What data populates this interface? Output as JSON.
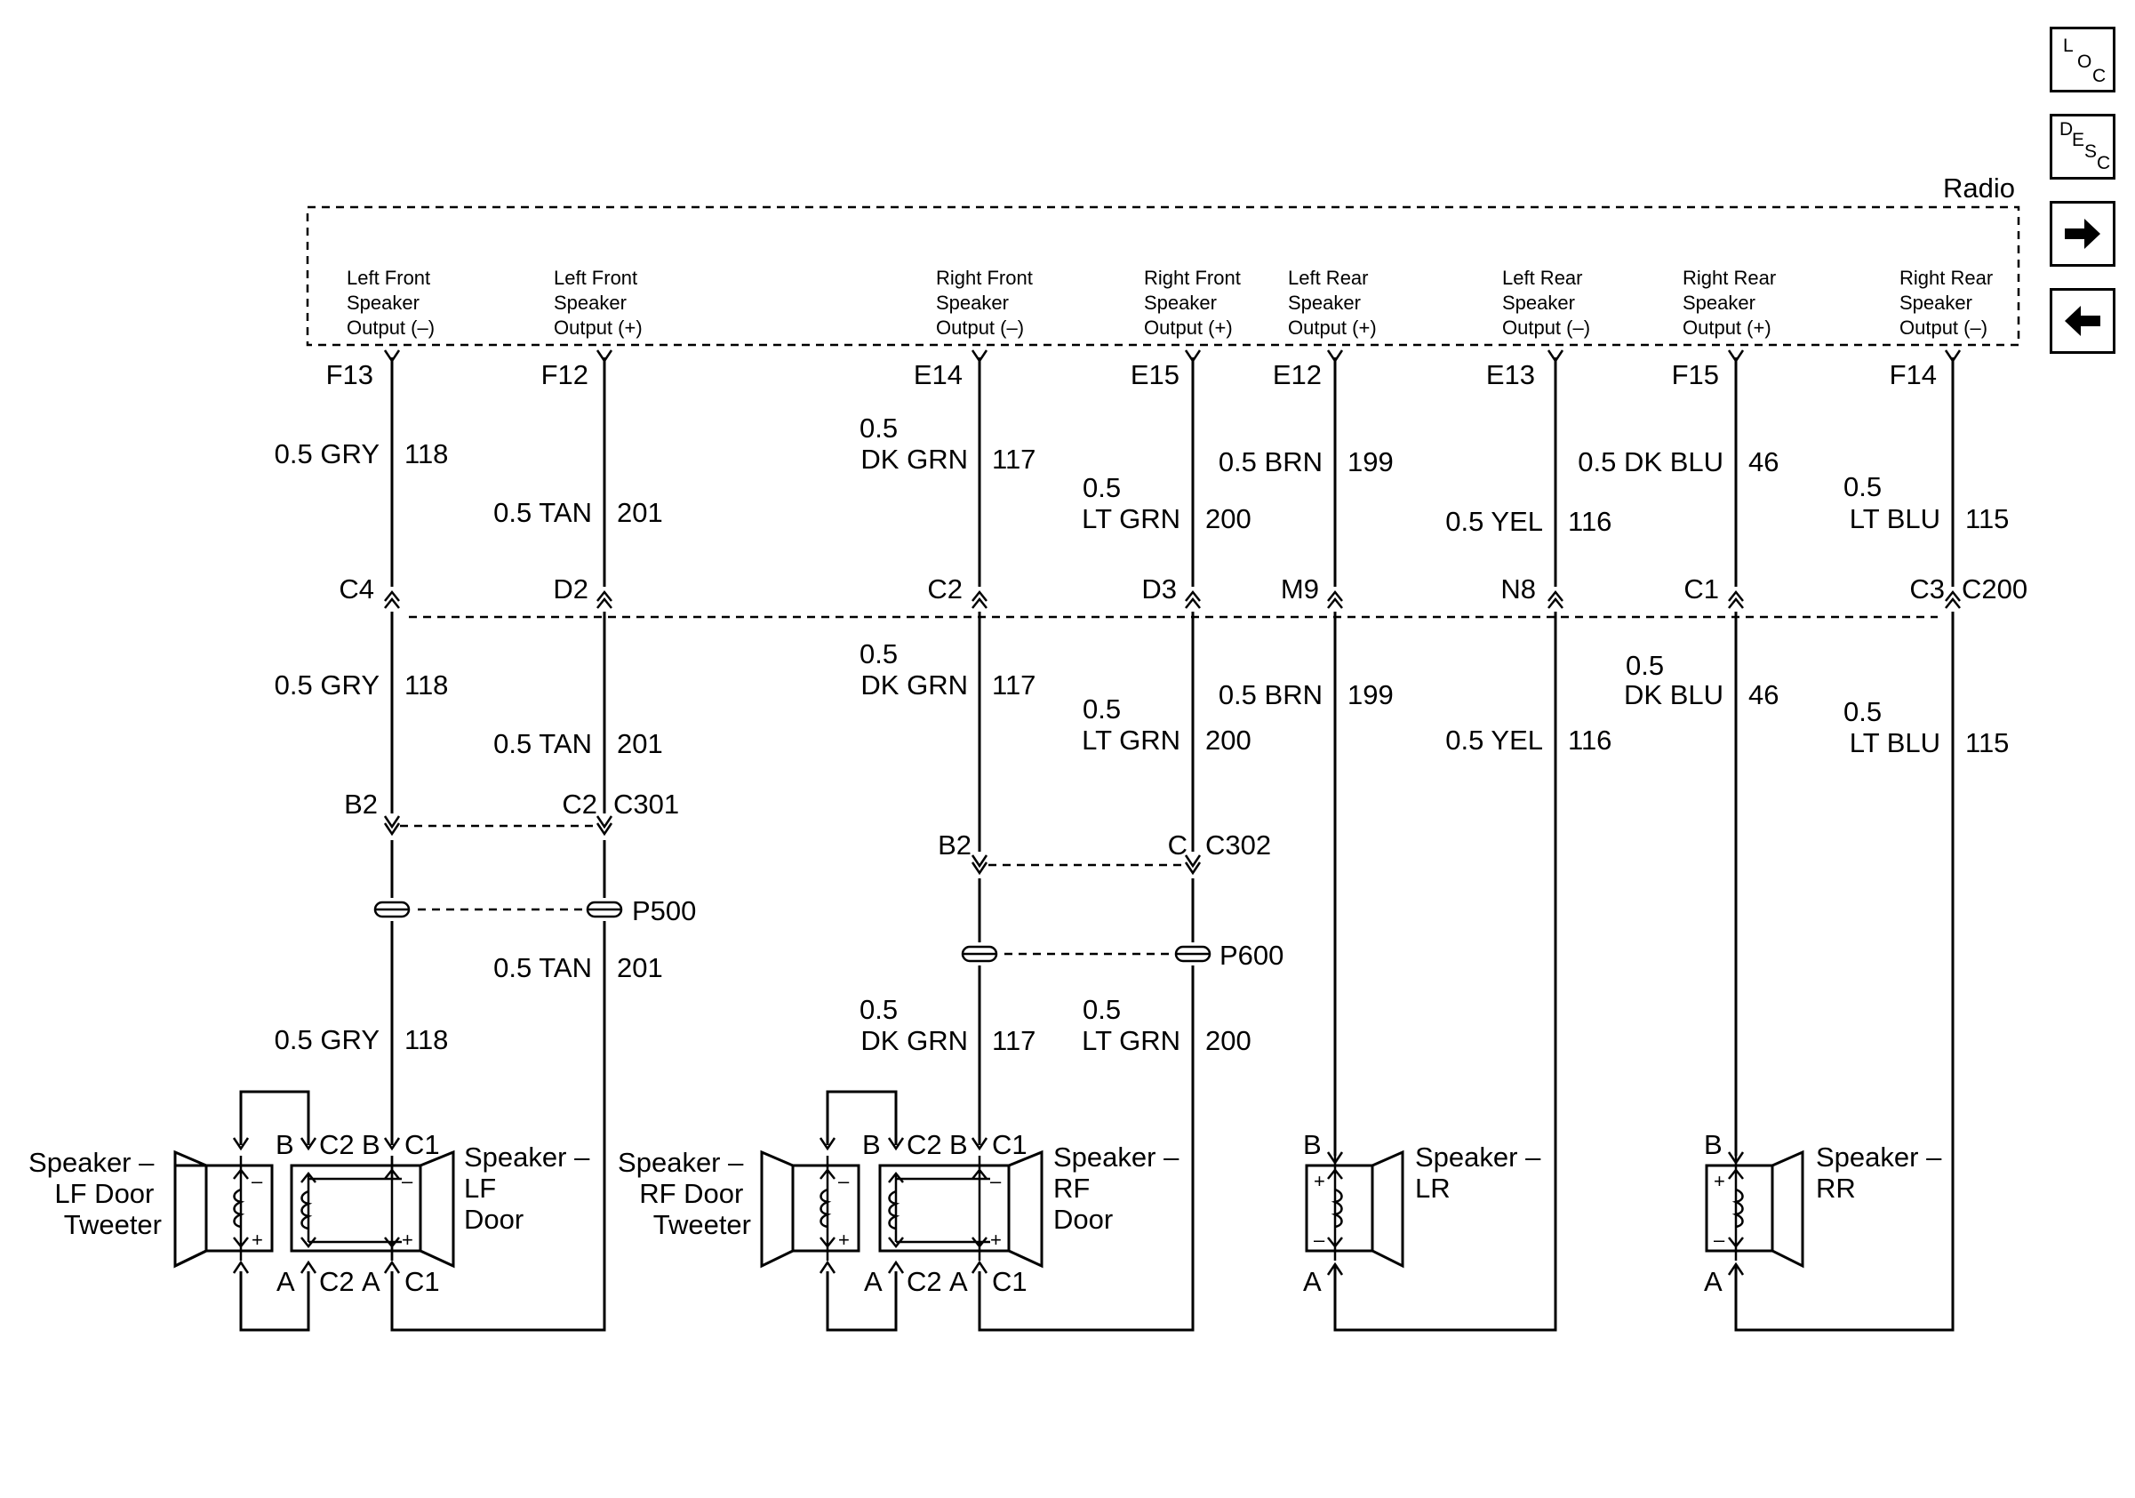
{
  "module": {
    "name": "Radio",
    "connector": "C200",
    "outputs": [
      {
        "id": "lf_neg",
        "desc": [
          "Left Front",
          "Speaker",
          "Output (–)"
        ],
        "pin": "F13"
      },
      {
        "id": "lf_pos",
        "desc": [
          "Left Front",
          "Speaker",
          "Output (+)"
        ],
        "pin": "F12"
      },
      {
        "id": "rf_neg",
        "desc": [
          "Right Front",
          "Speaker",
          "Output (–)"
        ],
        "pin": "E14"
      },
      {
        "id": "rf_pos",
        "desc": [
          "Right Front",
          "Speaker",
          "Output (+)"
        ],
        "pin": "E15"
      },
      {
        "id": "lr_pos",
        "desc": [
          "Left Rear",
          "Speaker",
          "Output (+)"
        ],
        "pin": "E12"
      },
      {
        "id": "lr_neg",
        "desc": [
          "Left Rear",
          "Speaker",
          "Output (–)"
        ],
        "pin": "E13"
      },
      {
        "id": "rr_pos",
        "desc": [
          "Right Rear",
          "Speaker",
          "Output (+)"
        ],
        "pin": "F15"
      },
      {
        "id": "rr_neg",
        "desc": [
          "Right Rear",
          "Speaker",
          "Output (–)"
        ],
        "pin": "F14"
      }
    ]
  },
  "c200_pins": [
    "C4",
    "D2",
    "C2",
    "D3",
    "M9",
    "N8",
    "C1",
    "C3"
  ],
  "wires": [
    {
      "id": "lf_neg",
      "size": "0.5",
      "color": "GRY",
      "circuit": "118"
    },
    {
      "id": "lf_pos",
      "size": "0.5",
      "color": "TAN",
      "circuit": "201"
    },
    {
      "id": "rf_neg",
      "size": "0.5",
      "color": "DK GRN",
      "circuit": "117"
    },
    {
      "id": "rf_pos",
      "size": "0.5",
      "color": "LT GRN",
      "circuit": "200"
    },
    {
      "id": "lr_pos",
      "size": "0.5",
      "color": "BRN",
      "circuit": "199"
    },
    {
      "id": "lr_neg",
      "size": "0.5",
      "color": "YEL",
      "circuit": "116"
    },
    {
      "id": "rr_pos",
      "size": "0.5",
      "color": "DK BLU",
      "circuit": "46"
    },
    {
      "id": "rr_neg",
      "size": "0.5",
      "color": "LT BLU",
      "circuit": "115"
    }
  ],
  "connectors": {
    "c301": {
      "name": "C301",
      "pin_a": "B2",
      "pin_b": "C2"
    },
    "c302": {
      "name": "C302",
      "pin_a": "B2",
      "pin_b": "C"
    },
    "p500": {
      "name": "P500"
    },
    "p600": {
      "name": "P600"
    }
  },
  "speakers": {
    "lf_tweeter": {
      "label": [
        "Speaker –",
        "LF Door",
        "Tweeter"
      ]
    },
    "lf_door": {
      "label": [
        "Speaker –",
        "LF",
        "Door"
      ]
    },
    "rf_tweeter": {
      "label": [
        "Speaker –",
        "RF Door",
        "Tweeter"
      ]
    },
    "rf_door": {
      "label": [
        "Speaker –",
        "RF",
        "Door"
      ]
    },
    "lr": {
      "label": [
        "Speaker –",
        "LR"
      ]
    },
    "rr": {
      "label": [
        "Speaker –",
        "RR"
      ]
    }
  },
  "front_speaker_pins": {
    "b": "B",
    "c2": "C2",
    "c1": "C1",
    "a": "A"
  },
  "rear_speaker_pins": {
    "b": "B",
    "a": "A"
  },
  "polarity": {
    "plus": "+",
    "minus": "–"
  },
  "nav": {
    "loc": [
      "L",
      "O",
      "C"
    ],
    "desc": [
      "D",
      "E",
      "S",
      "C"
    ],
    "next_icon": "arrow-right-icon",
    "prev_icon": "arrow-left-icon"
  }
}
